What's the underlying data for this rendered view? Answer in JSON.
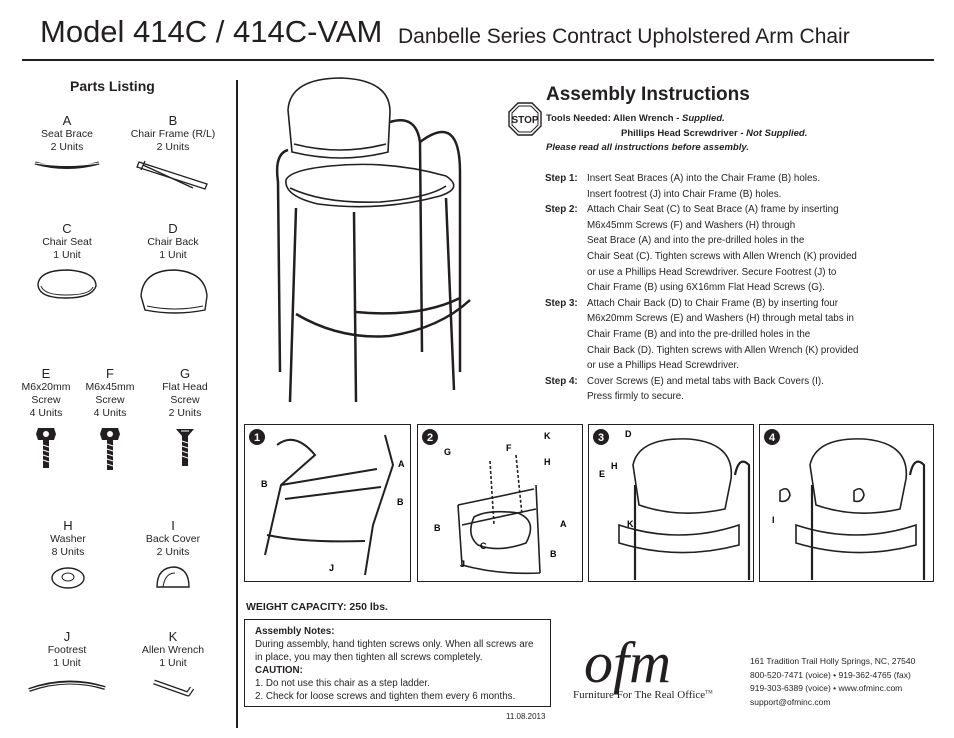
{
  "header": {
    "model": "Model 414C / 414C-VAM",
    "series": "Danbelle Series Contract Upholstered Arm Chair"
  },
  "parts": {
    "title": "Parts Listing",
    "items": [
      {
        "letter": "A",
        "name": "Seat Brace",
        "qty": "2 Units",
        "icon": "seat-brace-icon"
      },
      {
        "letter": "B",
        "name": "Chair Frame (R/L)",
        "qty": "2 Units",
        "icon": "chair-frame-icon"
      },
      {
        "letter": "C",
        "name": "Chair Seat",
        "qty": "1 Unit",
        "icon": "chair-seat-icon"
      },
      {
        "letter": "D",
        "name": "Chair Back",
        "qty": "1 Unit",
        "icon": "chair-back-icon"
      },
      {
        "letter": "E",
        "name": "M6x20mm",
        "name2": "Screw",
        "qty": "4 Units",
        "icon": "short-screw-icon"
      },
      {
        "letter": "F",
        "name": "M6x45mm",
        "name2": "Screw",
        "qty": "4 Units",
        "icon": "long-screw-icon"
      },
      {
        "letter": "G",
        "name": "Flat Head",
        "name2": "Screw",
        "qty": "2 Units",
        "icon": "flat-head-screw-icon"
      },
      {
        "letter": "H",
        "name": "Washer",
        "qty": "8 Units",
        "icon": "washer-icon"
      },
      {
        "letter": "I",
        "name": "Back Cover",
        "qty": "2 Units",
        "icon": "back-cover-icon"
      },
      {
        "letter": "J",
        "name": "Footrest",
        "qty": "1 Unit",
        "icon": "footrest-icon"
      },
      {
        "letter": "K",
        "name": "Allen Wrench",
        "qty": "1 Unit",
        "icon": "allen-wrench-icon"
      }
    ]
  },
  "assembly": {
    "title": "Assembly Instructions",
    "stop_sign": "STOP",
    "tools_label": "Tools Needed:",
    "tool1": "Allen Wrench - ",
    "tool1_note": "Supplied.",
    "tool2": "Phillips Head Screwdriver - ",
    "tool2_note": "Not Supplied.",
    "read_note": "Please read all instructions before assembly.",
    "steps": [
      {
        "label": "Step 1:",
        "text": "Insert Seat Braces (A) into the Chair Frame (B) holes.\nInsert footrest (J) into Chair Frame (B) holes."
      },
      {
        "label": "Step 2:",
        "text": "Attach Chair Seat (C) to Seat Brace (A) frame by inserting\nM6x45mm Screws (F) and Washers (H) through\nSeat Brace (A) and into the pre-drilled holes in the\nChair Seat (C). Tighten screws with Allen Wrench (K) provided\nor use a Phillips Head Screwdriver. Secure Footrest (J) to\nChair Frame (B) using 6X16mm Flat Head Screws (G)."
      },
      {
        "label": "Step 3:",
        "text": "Attach Chair Back (D) to Chair Frame (B) by inserting four\nM6x20mm Screws (E) and Washers (H) through metal tabs in\nChair Frame (B) and into the pre-drilled holes in the\nChair Back (D). Tighten screws with Allen Wrench (K) provided\nor use a Phillips Head Screwdriver."
      },
      {
        "label": "Step 4:",
        "text": "Cover Screws (E) and metal tabs with Back Covers (I).\nPress firmly to secure."
      }
    ]
  },
  "diagrams": {
    "panel1": {
      "number": "1",
      "labels": [
        "A",
        "B",
        "B",
        "J"
      ]
    },
    "panel2": {
      "number": "2",
      "labels": [
        "G",
        "F",
        "K",
        "H",
        "A",
        "B",
        "B",
        "C",
        "J"
      ]
    },
    "panel3": {
      "number": "3",
      "labels": [
        "D",
        "E",
        "H",
        "K"
      ]
    },
    "panel4": {
      "number": "4",
      "labels": [
        "I"
      ]
    }
  },
  "weight": "WEIGHT CAPACITY: 250 lbs.",
  "notes": {
    "title": "Assembly Notes:",
    "body": "During assembly, hand tighten screws only. When all screws are in place, you may then tighten all screws completely.",
    "caution_title": "CAUTION:",
    "caution1": "1. Do not use this chair as a step ladder.",
    "caution2": "2. Check for loose screws and tighten them every 6 months."
  },
  "date": "11.08.2013",
  "brand": {
    "logo": "ofm",
    "tagline": "Furniture For The Real Office",
    "tm": "TM",
    "address": "161 Tradition Trail  Holly Springs, NC, 27540",
    "phone": "800-520-7471 (voice)  •  919-362-4765 (fax)",
    "phone2": "919-303-6389 (voice)  •  www.ofminc.com",
    "email": "support@ofminc.com"
  }
}
